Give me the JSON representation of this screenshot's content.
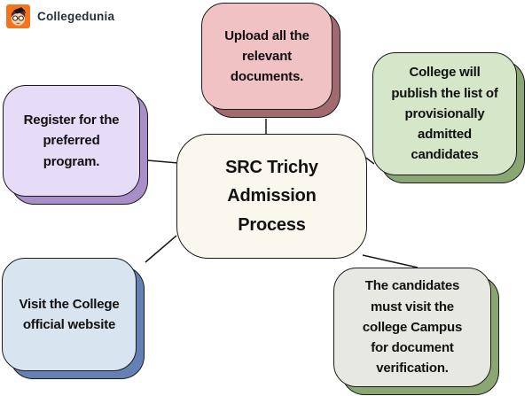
{
  "header": {
    "brand": "Collegedunia",
    "logo_icon": "collegedunia-mascot-icon",
    "brand_box_color": "#f4731f",
    "brand_text_color": "#25303c"
  },
  "diagram": {
    "center": {
      "label": "SRC Trichy\nAdmission\nProcess",
      "fill": "#faf7ee",
      "border": "#1a1a1a"
    },
    "nodes": [
      {
        "id": "upload",
        "label": "Upload all the\nrelevant\ndocuments.",
        "fill": "#f1c2c4",
        "shadow": "#a26a6e"
      },
      {
        "id": "publish",
        "label": "College will\npublish the list of\nprovisionally\nadmitted\ncandidates",
        "fill": "#d5e6c9",
        "shadow": "#8aa673"
      },
      {
        "id": "register",
        "label": "Register for the\npreferred\nprogram.",
        "fill": "#e6dcf7",
        "shadow": "#a88fc9"
      },
      {
        "id": "visit",
        "label": "Visit the College\nofficial website",
        "fill": "#d8e4ef",
        "shadow": "#6480b4"
      },
      {
        "id": "campus",
        "label": "The candidates\nmust visit the\ncollege Campus\nfor document\nverification.",
        "fill": "#e8e8e2",
        "shadow": "#8aa673"
      }
    ],
    "outline_color": "#1a1a1a"
  }
}
